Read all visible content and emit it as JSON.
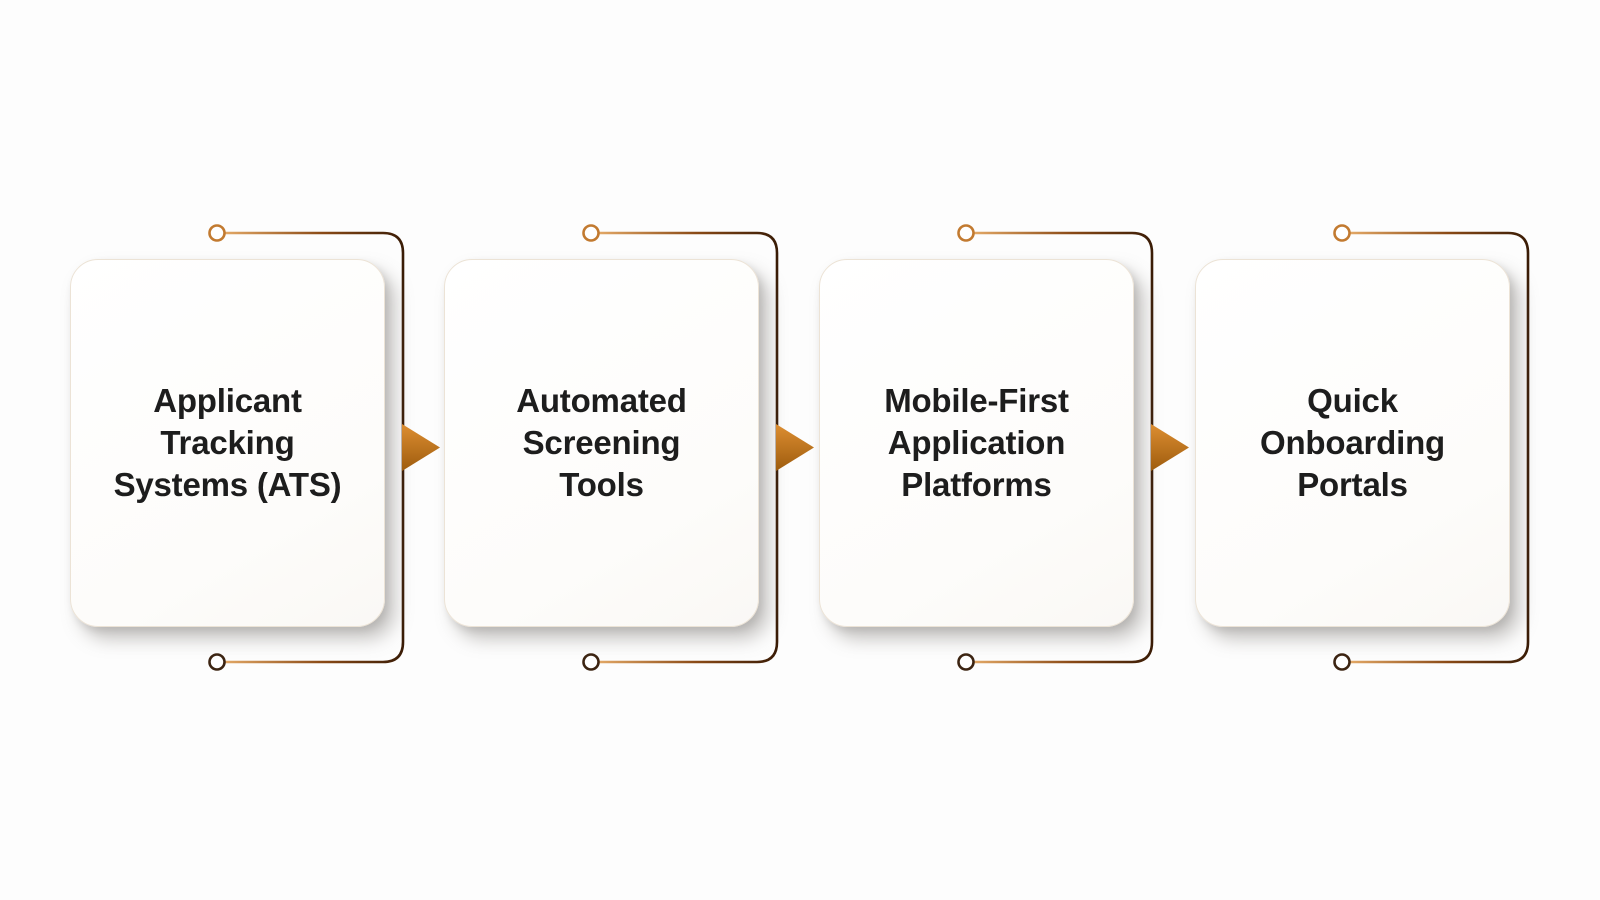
{
  "diagram": {
    "type": "horizontal-process-flow",
    "cards": [
      {
        "label": "Applicant\nTracking\nSystems (ATS)"
      },
      {
        "label": "Automated\nScreening\nTools"
      },
      {
        "label": "Mobile-First\nApplication\nPlatforms"
      },
      {
        "label": "Quick\nOnboarding\nPortals"
      }
    ],
    "colors": {
      "background": "#fdfdfd",
      "card_background": "#fefdfb",
      "card_border": "#ece3d6",
      "text": "#1d1d1d",
      "connector_light": "#e2a765",
      "connector_mid": "#8a4a16",
      "connector_dark": "#3a1c06",
      "bottom_circle": "#3c2412",
      "arrow_light": "#dd8e31",
      "arrow_dark": "#9e5c0e"
    }
  }
}
